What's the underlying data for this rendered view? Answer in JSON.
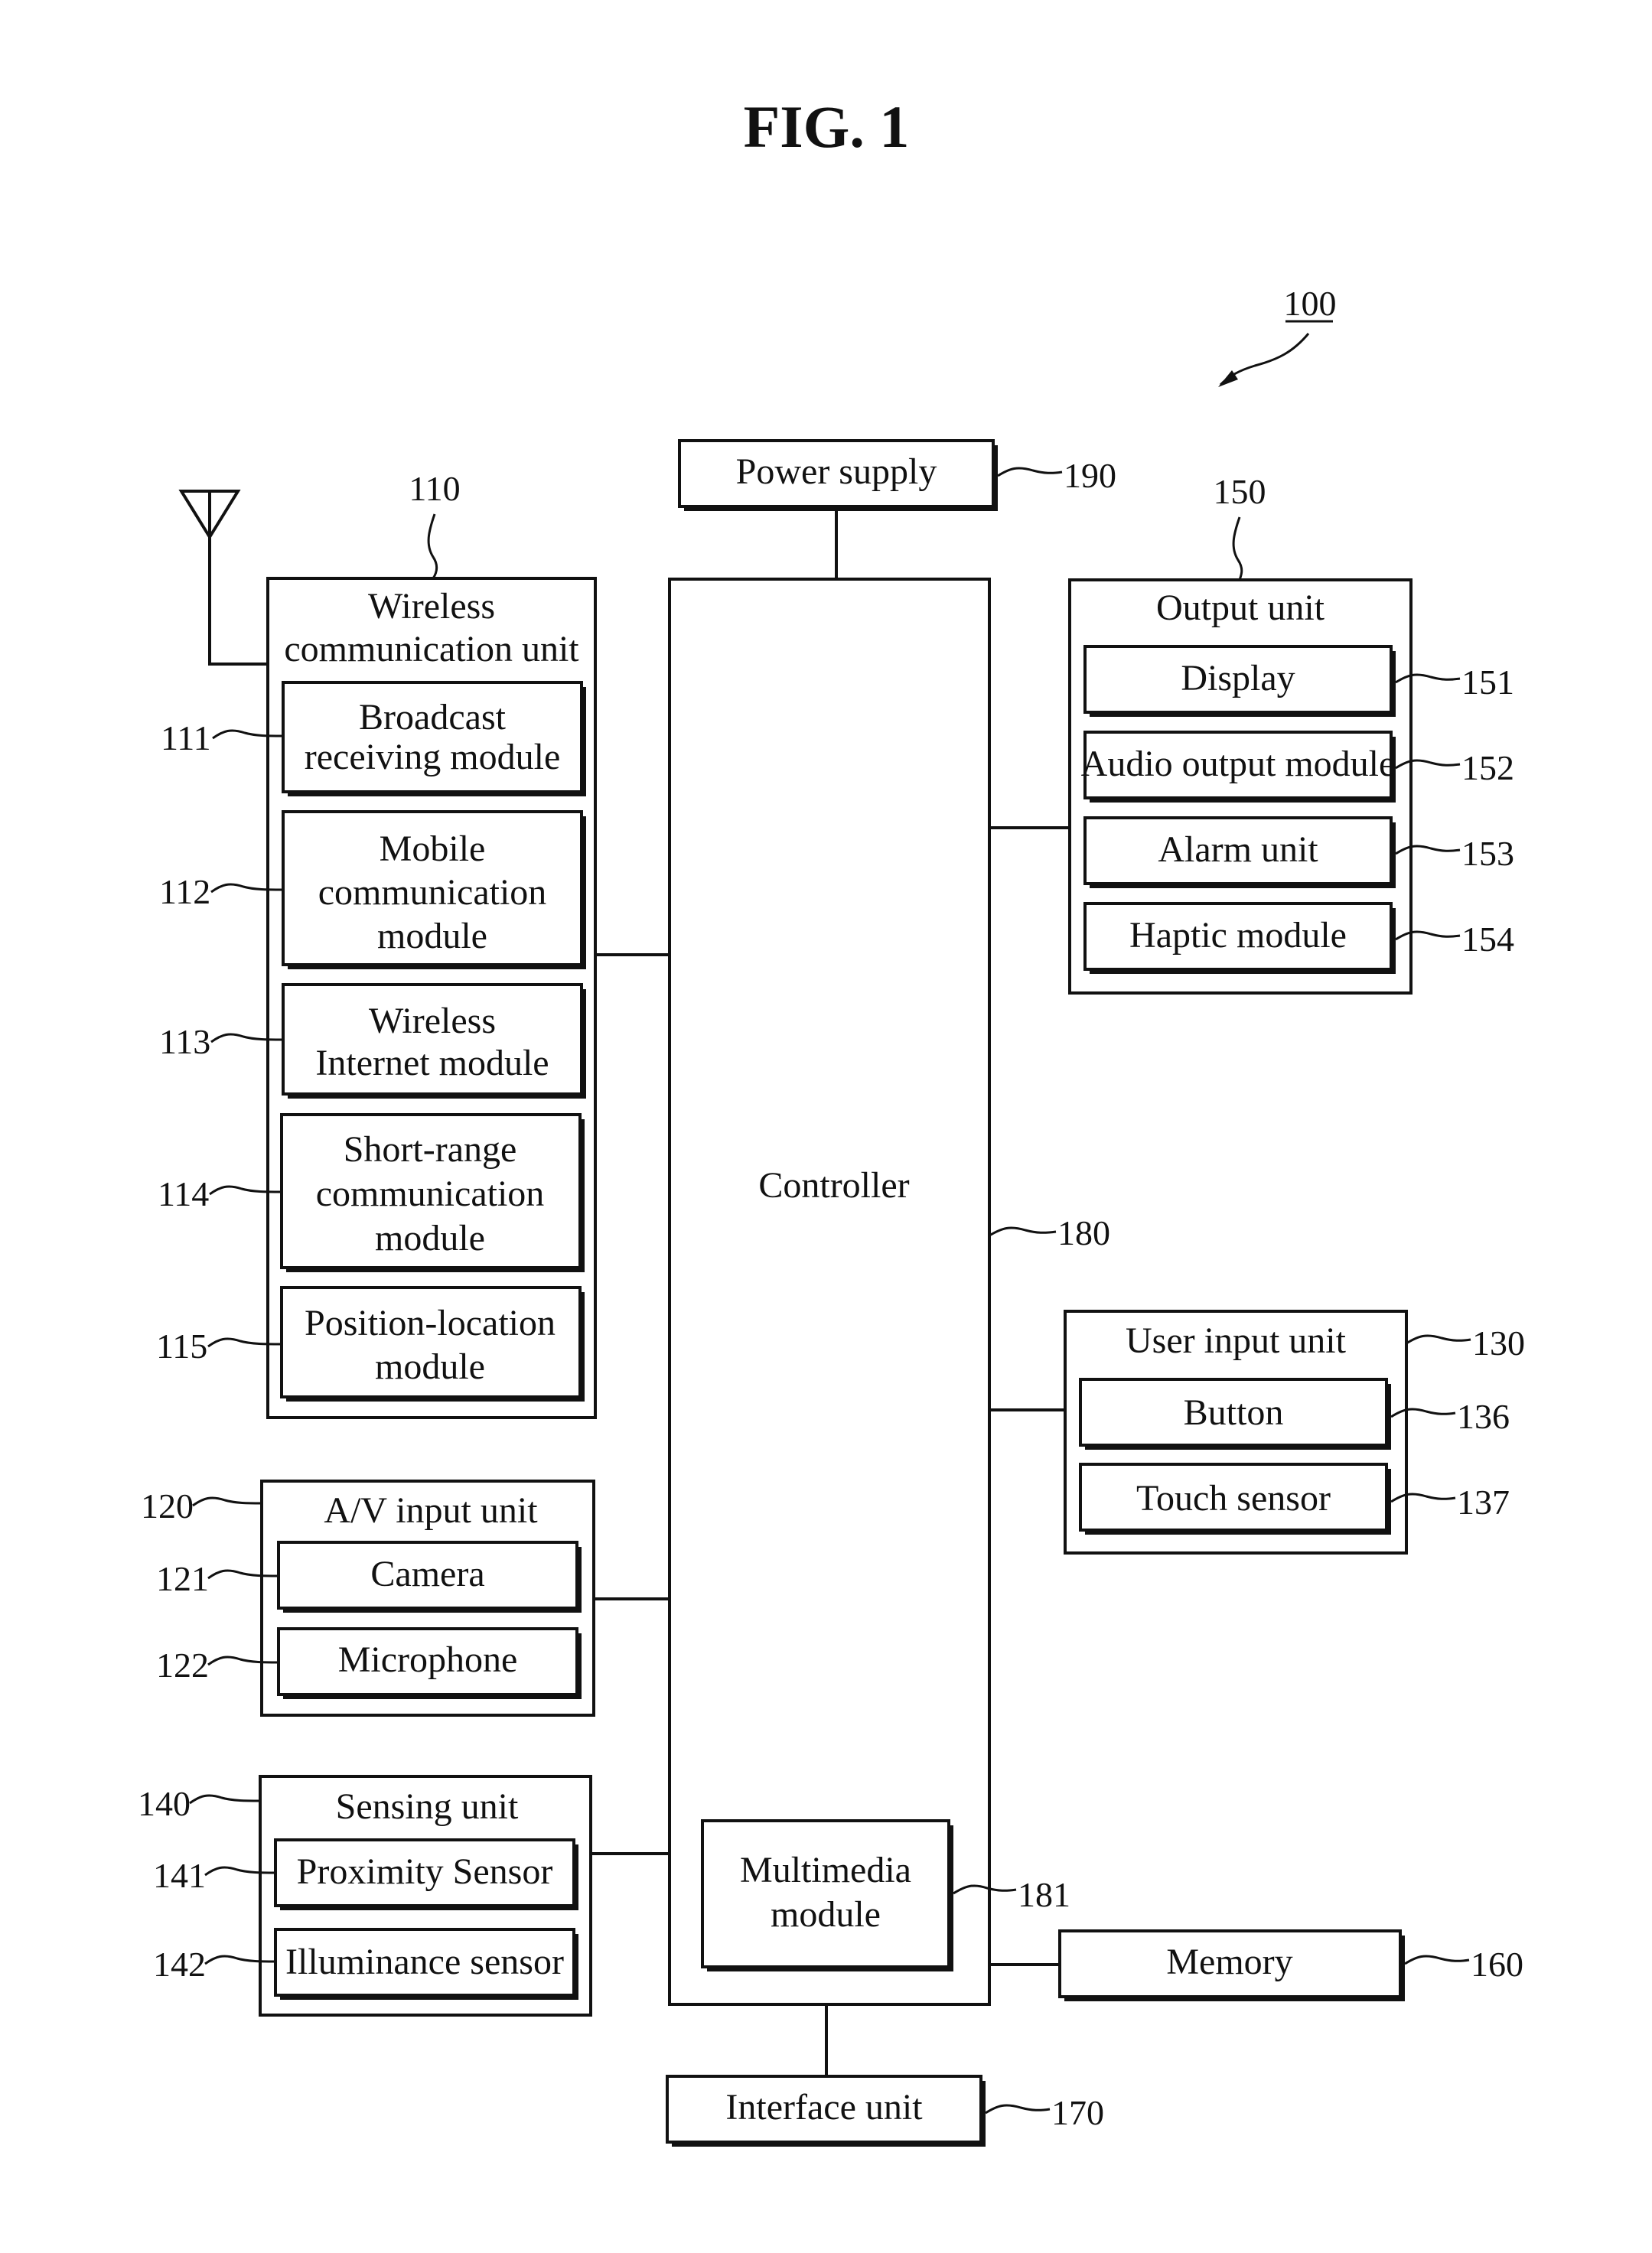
{
  "figure": {
    "title": "FIG. 1",
    "reference": "100"
  },
  "power_supply": {
    "label": "Power supply",
    "ref": "190"
  },
  "controller": {
    "label": "Controller",
    "ref": "180"
  },
  "multimedia": {
    "label_line1": "Multimedia",
    "label_line2": "module",
    "ref": "181"
  },
  "interface": {
    "label": "Interface unit",
    "ref": "170"
  },
  "memory": {
    "label": "Memory",
    "ref": "160"
  },
  "wireless": {
    "title_line1": "Wireless",
    "title_line2": "communication unit",
    "ref": "110",
    "modules": [
      {
        "lines": [
          "Broadcast",
          "receiving module"
        ],
        "ref": "111"
      },
      {
        "lines": [
          "Mobile",
          "communication",
          "module"
        ],
        "ref": "112"
      },
      {
        "lines": [
          "Wireless",
          "Internet module"
        ],
        "ref": "113"
      },
      {
        "lines": [
          "Short-range",
          "communication",
          "module"
        ],
        "ref": "114"
      },
      {
        "lines": [
          "Position-location",
          "module"
        ],
        "ref": "115"
      }
    ]
  },
  "av_input": {
    "title": "A/V input unit",
    "ref": "120",
    "modules": [
      {
        "label": "Camera",
        "ref": "121"
      },
      {
        "label": "Microphone",
        "ref": "122"
      }
    ]
  },
  "sensing": {
    "title": "Sensing unit",
    "ref": "140",
    "modules": [
      {
        "label": "Proximity Sensor",
        "ref": "141"
      },
      {
        "label": "Illuminance sensor",
        "ref": "142"
      }
    ]
  },
  "output": {
    "title": "Output unit",
    "ref": "150",
    "modules": [
      {
        "label": "Display",
        "ref": "151"
      },
      {
        "label": "Audio output module",
        "ref": "152"
      },
      {
        "label": "Alarm  unit",
        "ref": "153"
      },
      {
        "label": "Haptic module",
        "ref": "154"
      }
    ]
  },
  "user_input": {
    "title": "User input unit",
    "ref": "130",
    "modules": [
      {
        "label": "Button",
        "ref": "136"
      },
      {
        "label": "Touch sensor",
        "ref": "137"
      }
    ]
  }
}
